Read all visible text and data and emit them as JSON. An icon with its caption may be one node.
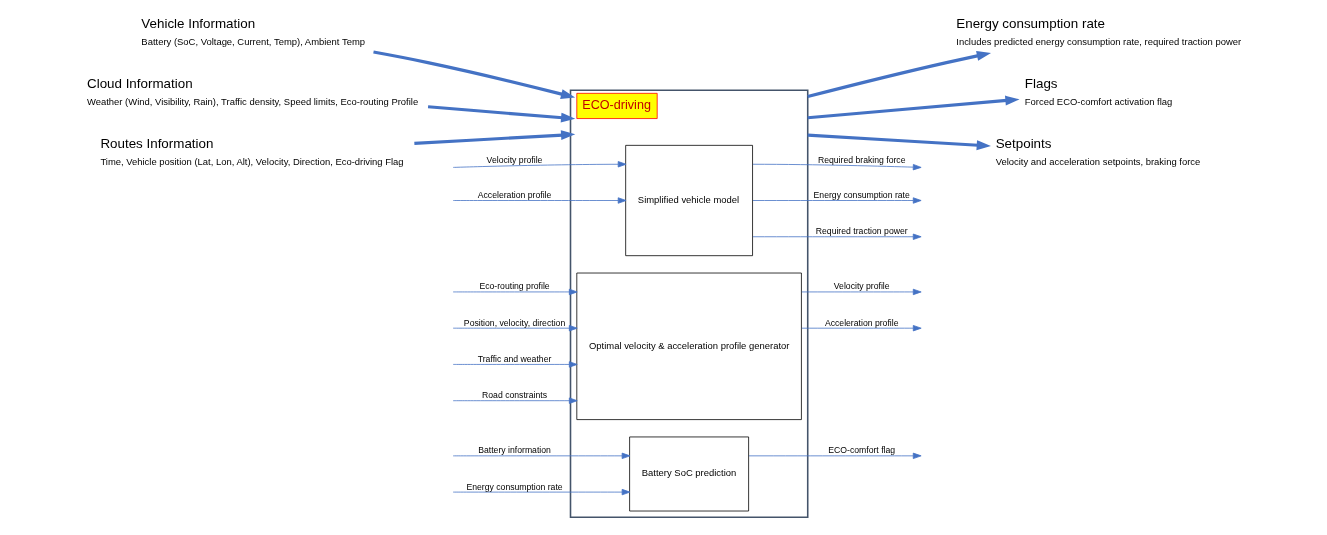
{
  "diagram": {
    "nodes": [
      {
        "text": [
          "ECO-driving"
        ]
      },
      {
        "text": [
          "Simplified vehicle model"
        ],
        "in": 0
      },
      {
        "text": [
          "Optimal velocity & acceleration profile generator"
        ],
        "in": 0
      },
      {
        "text": [
          "Battery SoC prediction"
        ],
        "in": 0
      },
      {
        "text": [
          "Vehicle Information",
          "Battery (SoC, Voltage, Current, Temp), Ambient Temp"
        ]
      },
      {
        "text": [
          "Cloud Information",
          "Weather (Wind, Visibility, Rain), Traffic density, Speed limits, Eco-routing Profile"
        ]
      },
      {
        "text": [
          "Routes Information",
          "Time, Vehicle position (Lat, Lon, Alt), Velocity, Direction, Eco-driving Flag"
        ]
      },
      {
        "text": [
          "Energy consumption rate",
          "Includes predicted energy consumption rate, required traction power"
        ]
      },
      {
        "text": [
          "Flags",
          "Forced ECO-comfort activation flag"
        ]
      },
      {
        "text": [
          "Setpoints",
          "Velocity and acceleration setpoints, braking force"
        ]
      }
    ],
    "edges": [
      {
        "from": 4,
        "to": 0,
        "arrow": "to",
        "style": "thick"
      },
      {
        "from": 5,
        "to": 0,
        "arrow": "to",
        "style": "thick"
      },
      {
        "from": 6,
        "to": 0,
        "arrow": "to",
        "style": "thick"
      },
      {
        "from": null,
        "to": 1,
        "arrow": "to",
        "label": "Velocity profile"
      },
      {
        "from": null,
        "to": 1,
        "arrow": "to",
        "label": "Acceleration profile"
      },
      {
        "from": 1,
        "to": null,
        "arrow": "to",
        "label": "Required braking force"
      },
      {
        "from": 1,
        "to": null,
        "arrow": "to",
        "label": "Energy consumption rate"
      },
      {
        "from": 1,
        "to": null,
        "arrow": "to",
        "label": "Required traction power"
      },
      {
        "from": null,
        "to": 2,
        "arrow": "to",
        "label": "Eco-routing profile"
      },
      {
        "from": null,
        "to": 2,
        "arrow": "to",
        "label": "Position, velocity, direction"
      },
      {
        "from": null,
        "to": 2,
        "arrow": "to",
        "label": "Traffic and weather"
      },
      {
        "from": null,
        "to": 2,
        "arrow": "to",
        "label": "Road constraints"
      },
      {
        "from": 2,
        "to": null,
        "arrow": "to",
        "label": "Velocity profile"
      },
      {
        "from": 2,
        "to": null,
        "arrow": "to",
        "label": "Acceleration profile"
      },
      {
        "from": null,
        "to": 3,
        "arrow": "to",
        "label": "Battery information"
      },
      {
        "from": null,
        "to": 3,
        "arrow": "to",
        "label": "Energy consumption rate"
      },
      {
        "from": 3,
        "to": null,
        "arrow": "to",
        "label": "ECO-comfort flag"
      },
      {
        "from": 0,
        "to": 7,
        "arrow": "to",
        "style": "thick"
      },
      {
        "from": 0,
        "to": 8,
        "arrow": "to",
        "style": "thick"
      },
      {
        "from": 0,
        "to": 9,
        "arrow": "to",
        "style": "thick"
      }
    ]
  }
}
